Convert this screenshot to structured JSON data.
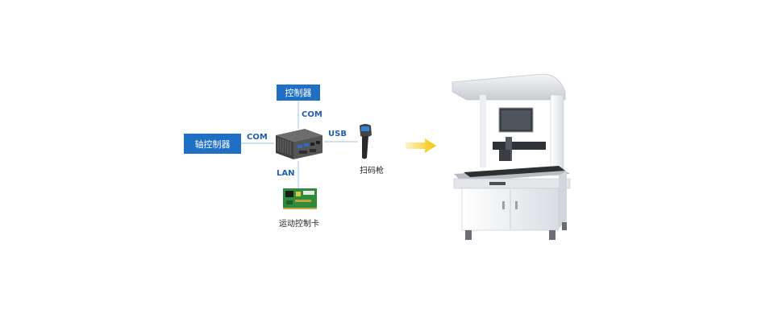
{
  "nodes": {
    "controller": "控制器",
    "axis_controller": "轴控制器",
    "scanner": "扫码枪",
    "motion_card": "运动控制卡"
  },
  "links": {
    "top": "COM",
    "left": "COM",
    "right": "USB",
    "bottom": "LAN"
  },
  "colors": {
    "box_blue": "#1f6fc5",
    "link_label": "#1f5fae",
    "arrow": "#f5c400"
  },
  "icons": [
    "mini-pc-icon",
    "barcode-scanner-icon",
    "motion-control-card-icon",
    "arrow-right-icon",
    "dispensing-machine-icon"
  ]
}
